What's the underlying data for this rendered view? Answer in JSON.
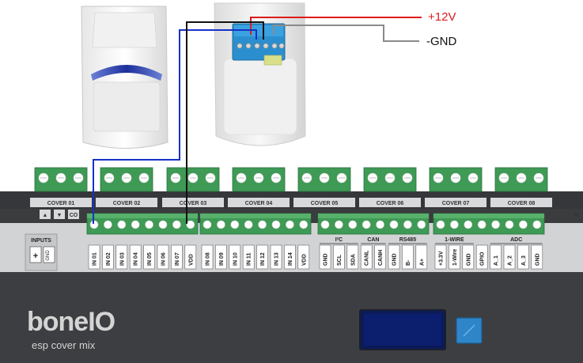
{
  "wires": {
    "power_label": "+12V",
    "ground_label": "-GND",
    "power_color": "#e01b1b",
    "ground_color": "#8a8a8a",
    "signal_color": "#1631c8",
    "common_color": "#111111"
  },
  "board": {
    "body_color": "#3b3c3e",
    "terminal_color": "#3e9a55",
    "covers": [
      "COVER 01",
      "COVER 02",
      "COVER 03",
      "COVER 04",
      "COVER 05",
      "COVER 06",
      "COVER 07",
      "COVER 08"
    ],
    "cover_arrows": [
      "▲",
      "▼",
      "CO"
    ],
    "edge_mark": "M",
    "inputs_title": "INPUTS",
    "inputs_pins": [
      "+",
      "GND"
    ],
    "block1_pins": [
      "IN 01",
      "IN 02",
      "IN 03",
      "IN 04",
      "IN 05",
      "IN 06",
      "IN 07",
      "VDD"
    ],
    "block2_pins": [
      "IN 08",
      "IN 09",
      "IN 10",
      "IN 11",
      "IN 12",
      "IN 13",
      "IN 14",
      "VDD"
    ],
    "block3_groups": [
      "I²C",
      "CAN",
      "RS485"
    ],
    "block3_pins": [
      "GND",
      "SCL",
      "SDA",
      "CANL",
      "CANH",
      "GND",
      "B-",
      "A+"
    ],
    "block4_groups": [
      "1-WIRE",
      "ADC"
    ],
    "block4_pins": [
      "+3.3V",
      "1-Wire",
      "GND",
      "GPIO",
      "A_1",
      "A_2",
      "A_3",
      "GND"
    ],
    "brand": "boneIO",
    "brand_sub": "esp cover mix"
  }
}
